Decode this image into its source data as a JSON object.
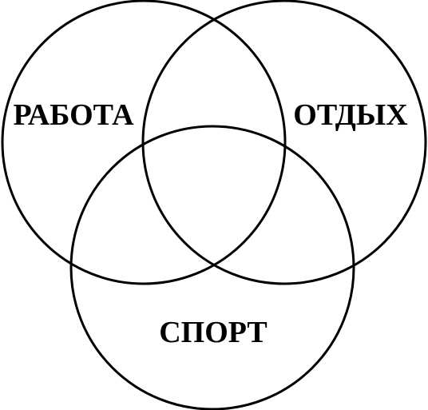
{
  "diagram": {
    "type": "venn",
    "sets": [
      {
        "id": "work",
        "label": "РАБОТА"
      },
      {
        "id": "rest",
        "label": "ОТДЫХ"
      },
      {
        "id": "sport",
        "label": "СПОРТ"
      }
    ],
    "colors": {
      "stroke": "#000000",
      "text": "#000000",
      "background": "#ffffff"
    }
  }
}
